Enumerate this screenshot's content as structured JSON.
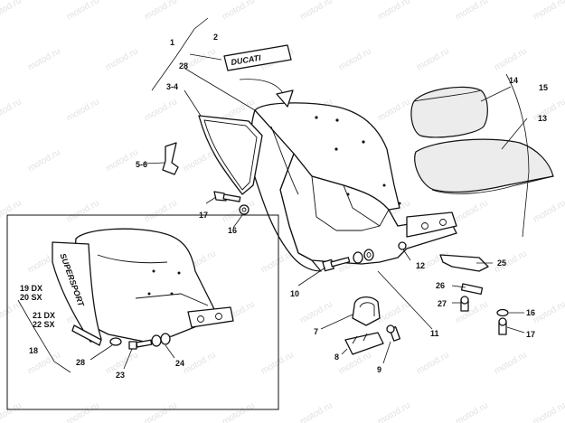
{
  "callouts": {
    "c1": "1",
    "c2": "2",
    "c28a": "28",
    "c34": "3-4",
    "c56": "5-6",
    "c17a": "17",
    "c16a": "16",
    "c14": "14",
    "c15": "15",
    "c13": "13",
    "c12": "12",
    "c10": "10",
    "c25": "25",
    "c26": "26",
    "c27": "27",
    "c16b": "16",
    "c17b": "17",
    "c7": "7",
    "c11": "11",
    "c8": "8",
    "c9": "9",
    "c19": "19 DX",
    "c20": "20 SX",
    "c21": "21 DX",
    "c22": "22 SX",
    "c18": "18",
    "c28b": "28",
    "c23": "23",
    "c24": "24"
  },
  "decal_text": "DUCATI",
  "decal_text_small": "SUPERSPORT",
  "watermark_text": "motod.ru",
  "colors": {
    "ink": "#111111",
    "paper": "#ffffff",
    "watermark": "#e2e2e2"
  }
}
